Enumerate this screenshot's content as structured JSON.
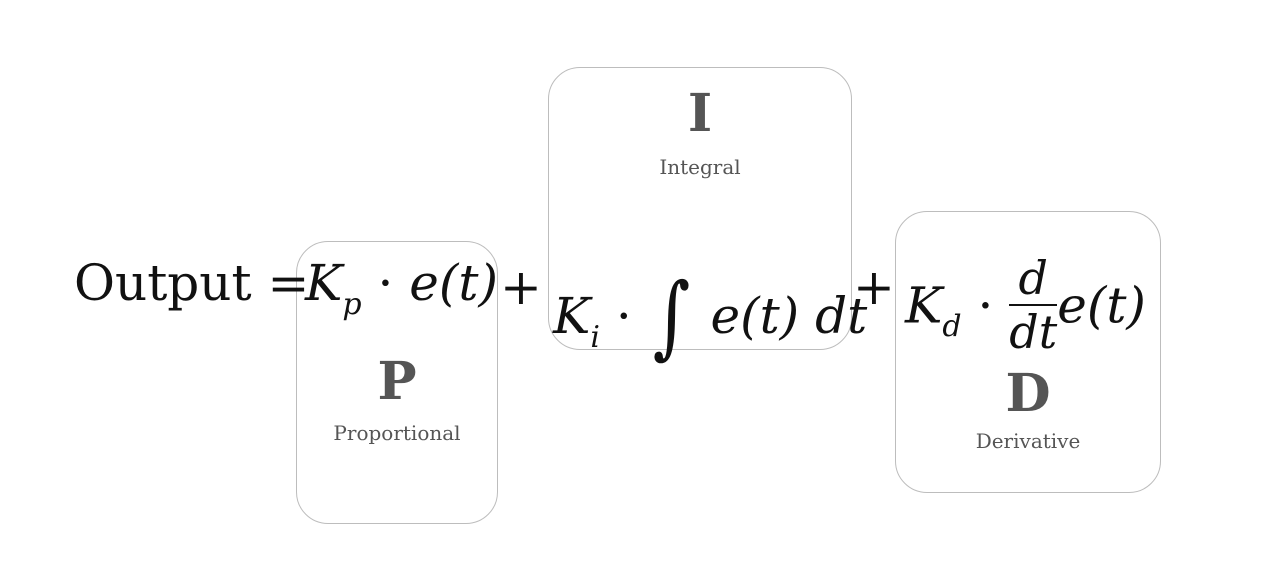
{
  "equation": {
    "lhs": "Output",
    "equals": "=",
    "plus": "+",
    "dot": "·",
    "proportional_term": {
      "K": "K",
      "subscript": "p",
      "error": "e(t)"
    },
    "integral_term": {
      "K": "K",
      "subscript": "i",
      "integral": "∫",
      "error": "e(t)",
      "dt": "dt"
    },
    "derivative_term": {
      "K": "K",
      "subscript": "d",
      "numerator": "d",
      "denominator": "dt",
      "error": "e(t)"
    }
  },
  "boxes": {
    "p": {
      "letter": "P",
      "label": "Proportional"
    },
    "i": {
      "letter": "I",
      "label": "Integral"
    },
    "d": {
      "letter": "D",
      "label": "Derivative"
    }
  },
  "colors": {
    "box_border": "#bdbdbd",
    "label_text": "#555555",
    "math_text": "#111111"
  }
}
